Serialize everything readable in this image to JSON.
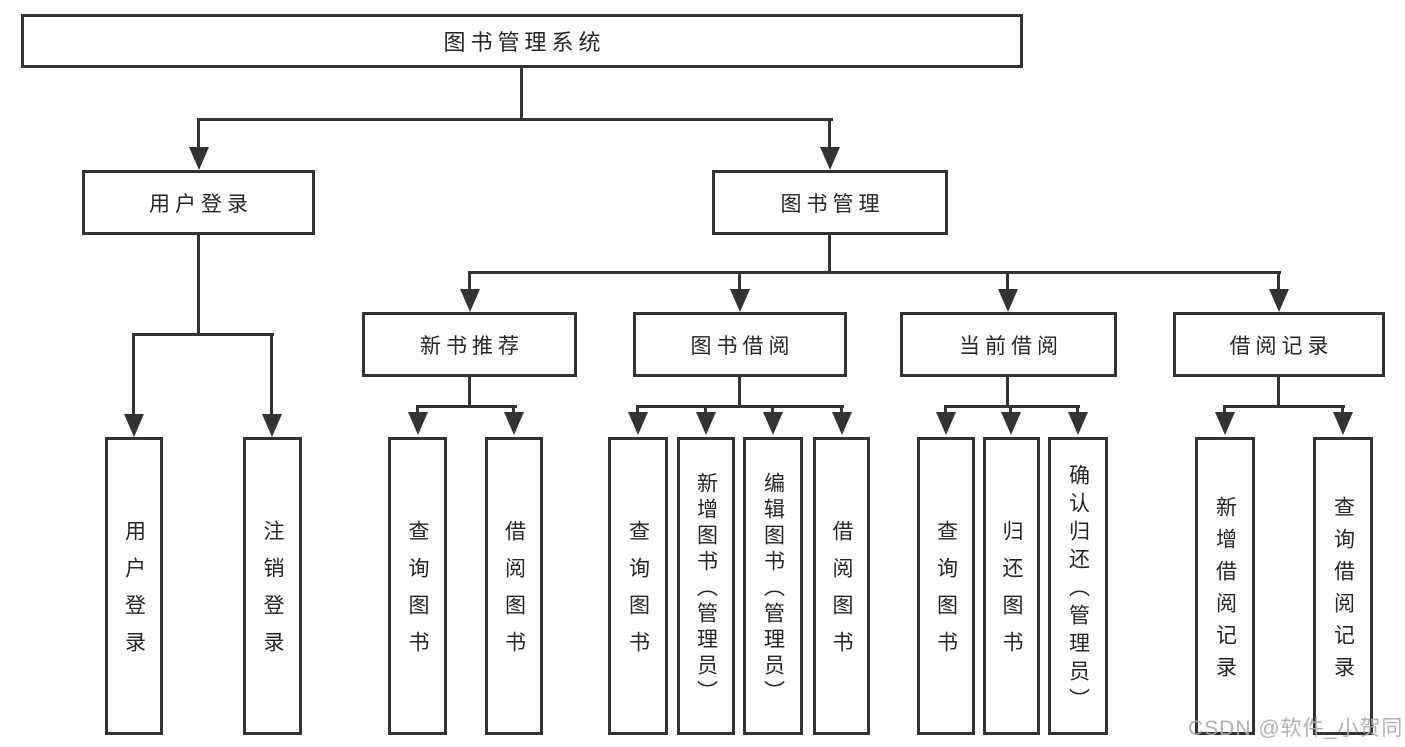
{
  "diagram": {
    "root": {
      "label": "图书管理系统"
    },
    "children": [
      {
        "label": "用户登录",
        "children": [
          {
            "label": "用户登录"
          },
          {
            "label": "注销登录"
          }
        ]
      },
      {
        "label": "图书管理",
        "children": [
          {
            "label": "新书推荐",
            "children": [
              {
                "label": "查询图书"
              },
              {
                "label": "借阅图书"
              }
            ]
          },
          {
            "label": "图书借阅",
            "children": [
              {
                "label": "查询图书"
              },
              {
                "label": "新增图书（管理员）"
              },
              {
                "label": "编辑图书（管理员）"
              },
              {
                "label": "借阅图书"
              }
            ]
          },
          {
            "label": "当前借阅",
            "children": [
              {
                "label": "查询图书"
              },
              {
                "label": "归还图书"
              },
              {
                "label": "确认归还（管理员）"
              }
            ]
          },
          {
            "label": "借阅记录",
            "children": [
              {
                "label": "新增借阅记录"
              },
              {
                "label": "查询借阅记录"
              }
            ]
          }
        ]
      }
    ]
  },
  "watermark": {
    "text": "CSDN @软件_小贺同学"
  },
  "colors": {
    "line": "#333333",
    "text": "#262626",
    "background": "#ffffff",
    "watermark": "#aaaaaa"
  }
}
